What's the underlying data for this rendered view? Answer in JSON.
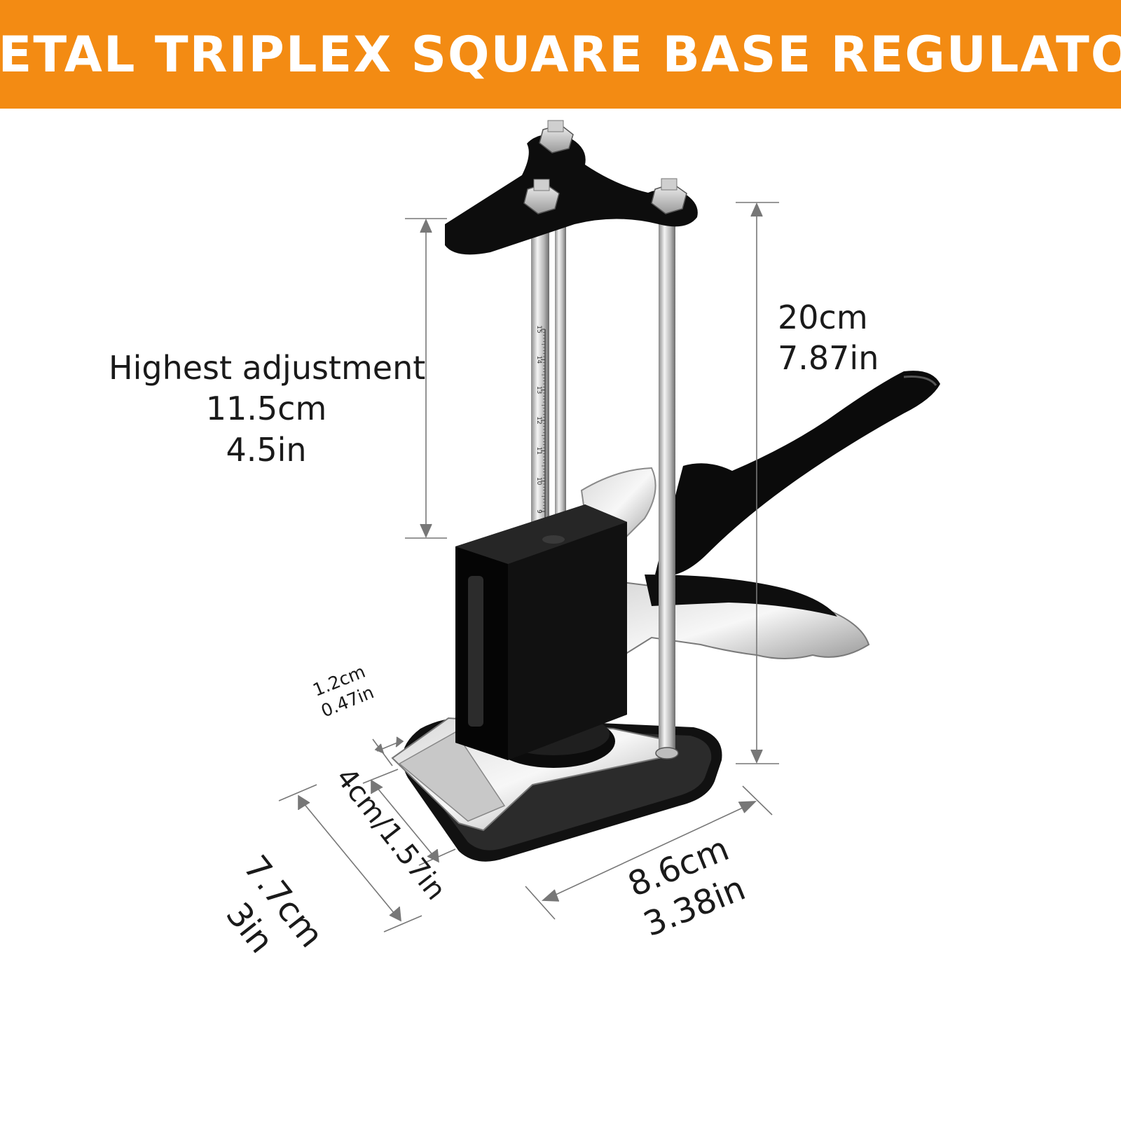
{
  "header": {
    "title": "METAL TRIPLEX SQUARE BASE REGULATOR",
    "background_color": "#f38b13"
  },
  "dimensions": {
    "highest_adjustment": {
      "label": "Highest adjustment",
      "cm": "11.5cm",
      "inch": "4.5in"
    },
    "total_height": {
      "cm": "20cm",
      "inch": "7.87in"
    },
    "plate_thickness": {
      "cm": "1.2cm",
      "inch": "0.47in"
    },
    "plate_width": {
      "value": "4cm/1.57in"
    },
    "base_depth": {
      "cm": "7.7cm",
      "inch": "3in"
    },
    "base_width": {
      "cm": "8.6cm",
      "inch": "3.38in"
    }
  },
  "ruler": {
    "marks": [
      "15",
      "14",
      "13",
      "12",
      "11",
      "10",
      "9"
    ]
  }
}
